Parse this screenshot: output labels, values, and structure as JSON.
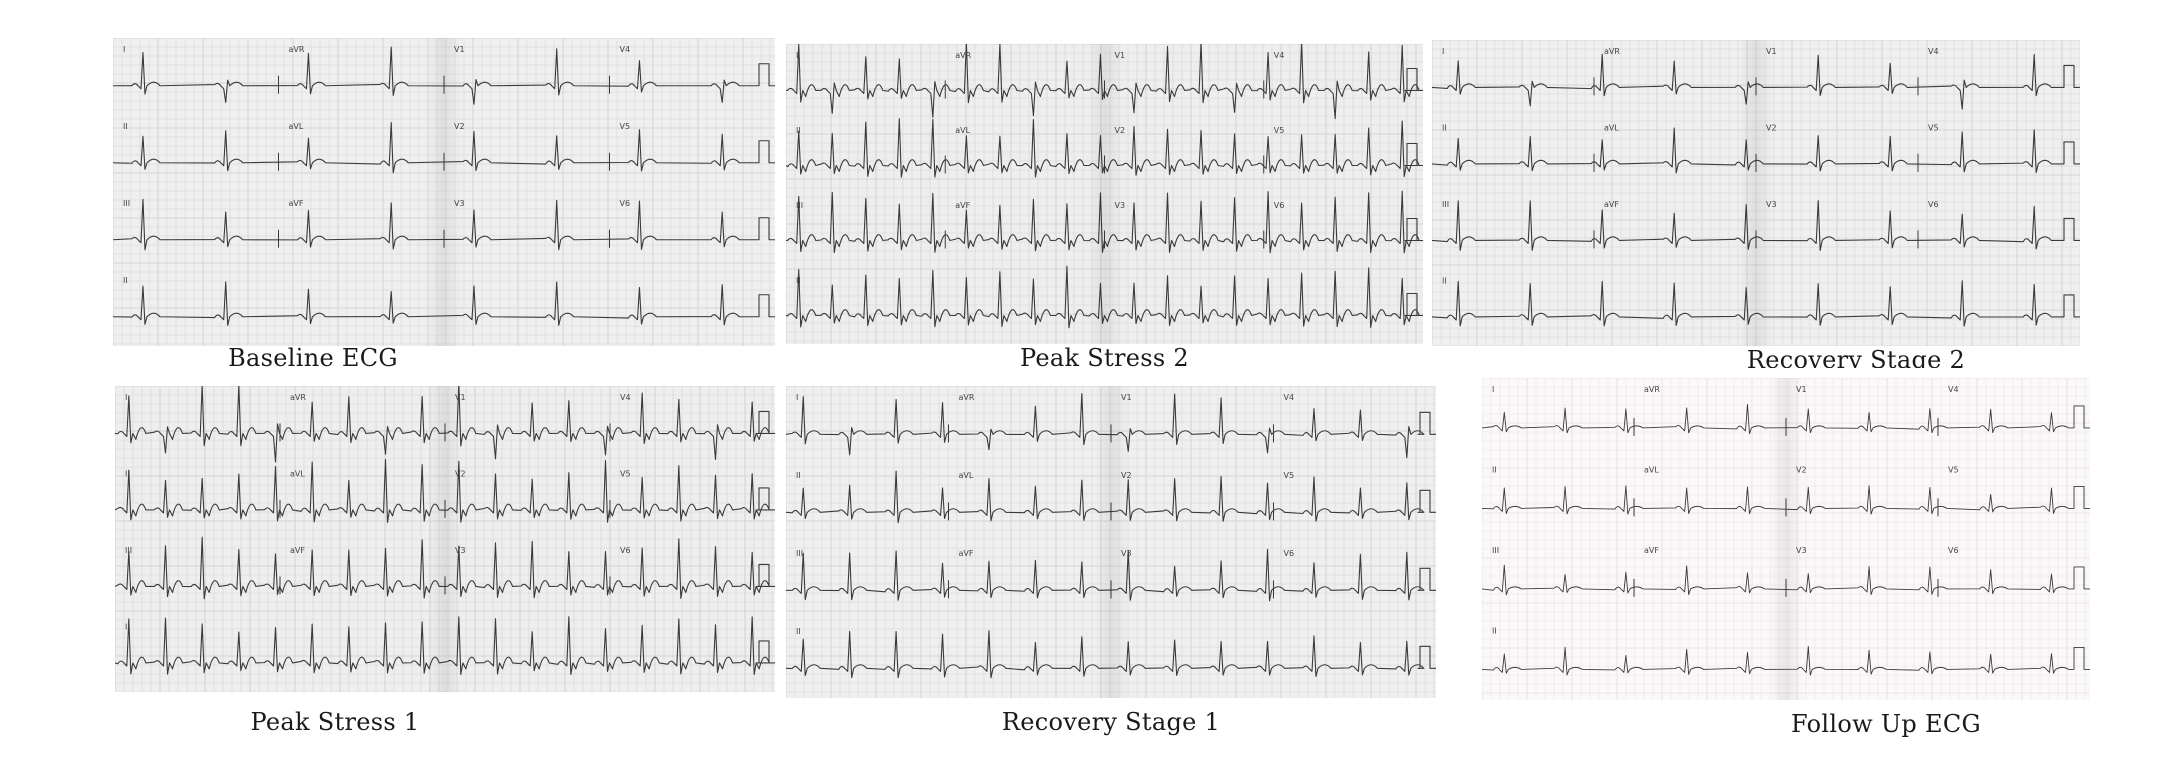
{
  "panels": [
    {
      "id": "baseline",
      "caption": "Baseline ECG",
      "hr": 8,
      "style": "normal",
      "paper": "#efefef",
      "grid": "#d6d6d6"
    },
    {
      "id": "peak2",
      "caption": "Peak Stress 2",
      "hr": 19,
      "style": "stress",
      "paper": "#eeeeee",
      "grid": "#d4d4d4"
    },
    {
      "id": "recovery2",
      "caption": "Recovery Stage 2",
      "hr": 9,
      "style": "normal",
      "paper": "#efefef",
      "grid": "#d6d6d6"
    },
    {
      "id": "peak1",
      "caption": "Peak Stress 1",
      "hr": 18,
      "style": "stress",
      "paper": "#eeeeee",
      "grid": "#d4d4d4"
    },
    {
      "id": "recovery1",
      "caption": "Recovery Stage 1",
      "hr": 14,
      "style": "moderate",
      "paper": "#efefef",
      "grid": "#d6d6d6"
    },
    {
      "id": "followup",
      "caption": "Follow Up ECG",
      "hr": 10,
      "style": "small",
      "paper": "#fbf8fa",
      "grid": "#ece2e8"
    }
  ],
  "lead_labels": [
    "I",
    "aVR",
    "V1",
    "V4",
    "II",
    "aVL",
    "V2",
    "V5",
    "III",
    "aVF",
    "V3",
    "V6",
    "II"
  ]
}
